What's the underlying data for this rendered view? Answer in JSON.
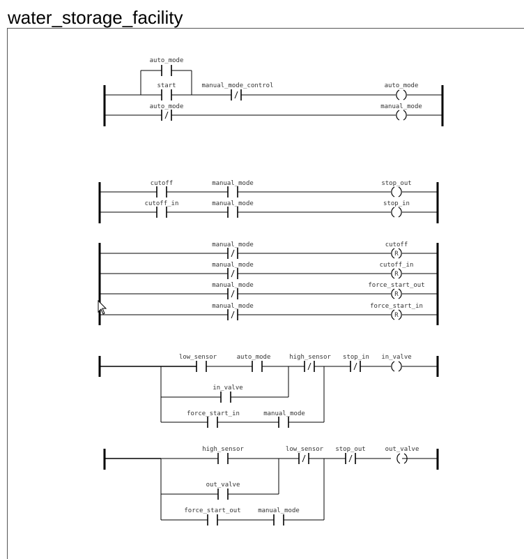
{
  "title": "water_storage_facility",
  "rungs": [
    {
      "id": "rung1",
      "labels": {
        "auto_mode_seal": "auto_mode",
        "start": "start",
        "manual_mode_control": "manual_mode_control",
        "auto_mode_coil": "auto_mode",
        "auto_mode_nc": "auto_mode",
        "manual_mode_coil": "manual_mode"
      }
    },
    {
      "id": "rung2",
      "labels": {
        "cutoff": "cutoff",
        "manual_mode_a": "manual_mode",
        "stop_out": "stop_out",
        "cutoff_in": "cutoff_in",
        "manual_mode_b": "manual_mode",
        "stop_in": "stop_in"
      }
    },
    {
      "id": "rung3",
      "labels": {
        "manual_mode_1": "manual_mode",
        "cutoff_reset": "cutoff",
        "manual_mode_2": "manual_mode",
        "cutoff_in_reset": "cutoff_in",
        "manual_mode_3": "manual_mode",
        "force_start_out_reset": "force_start_out",
        "manual_mode_4": "manual_mode",
        "force_start_in_reset": "force_start_in"
      },
      "reset_symbol": "R"
    },
    {
      "id": "rung4",
      "labels": {
        "low_sensor": "low_sensor",
        "auto_mode": "auto_mode",
        "high_sensor": "high_sensor",
        "stop_in": "stop_in",
        "in_valve_coil": "in_valve",
        "in_valve_seal": "in_valve",
        "force_start_in": "force_start_in",
        "manual_mode": "manual_mode"
      }
    },
    {
      "id": "rung5",
      "labels": {
        "high_sensor": "high_sensor",
        "low_sensor": "low_sensor",
        "stop_out": "stop_out",
        "out_valve_coil": "out_valve",
        "out_valve_seal": "out_valve",
        "force_start_out": "force_start_out",
        "manual_mode": "manual_mode"
      }
    }
  ],
  "nc_symbol": "/"
}
